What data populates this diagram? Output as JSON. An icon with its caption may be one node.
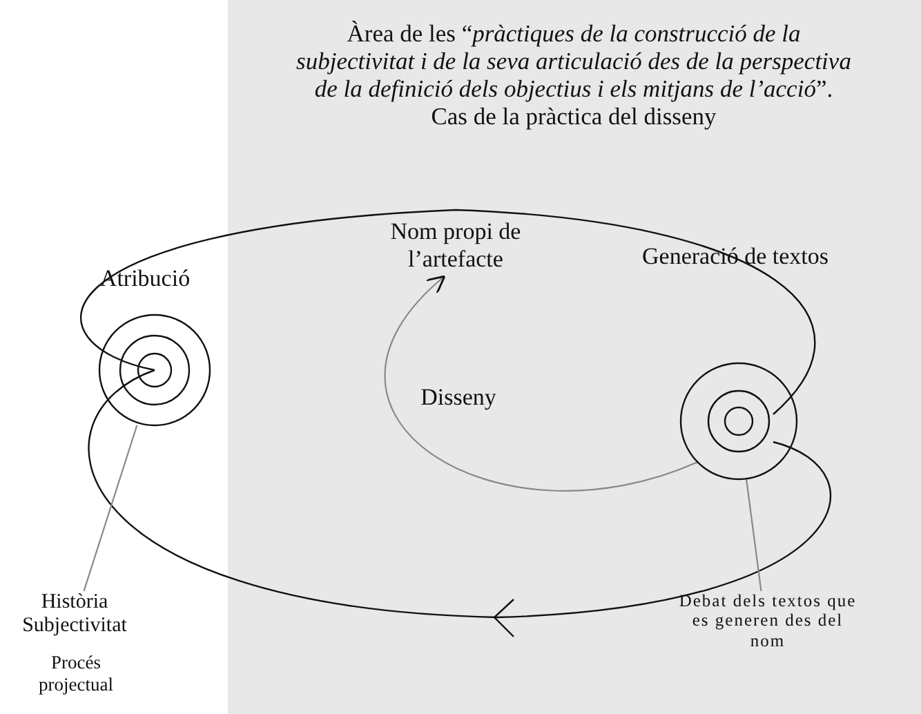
{
  "diagram": {
    "nodes": [
      {
        "text": [
          "Àrea de les “*pràctiques de la construcció de la subjectivitat i de la seva articulació des de la perspectiva de la definició dels objectius i els mitjans de l’acció*”. Cas de la pràctica del disseny"
        ]
      },
      {
        "text": [
          "Nom propi de l’artefacte"
        ],
        "in": 0
      },
      {
        "text": [],
        "shape": "spiral"
      },
      {
        "text": [],
        "shape": "spiral",
        "in": 0
      },
      {
        "text": [
          "Història Subjectivitat"
        ]
      },
      {
        "text": [
          "Debat dels textos que es generen des del nom"
        ],
        "in": 0
      }
    ],
    "edges": [
      {
        "from": 3,
        "to": 1,
        "arrow": "to"
      },
      {
        "from": 4,
        "to": 2,
        "arrow": "none",
        "color": "#888888"
      },
      {
        "from": 5,
        "to": 3,
        "arrow": "none",
        "color": "#888888"
      }
    ],
    "labels": [
      "Atribució",
      "Generació de textos",
      "Disseny",
      "Procés projectual"
    ]
  }
}
